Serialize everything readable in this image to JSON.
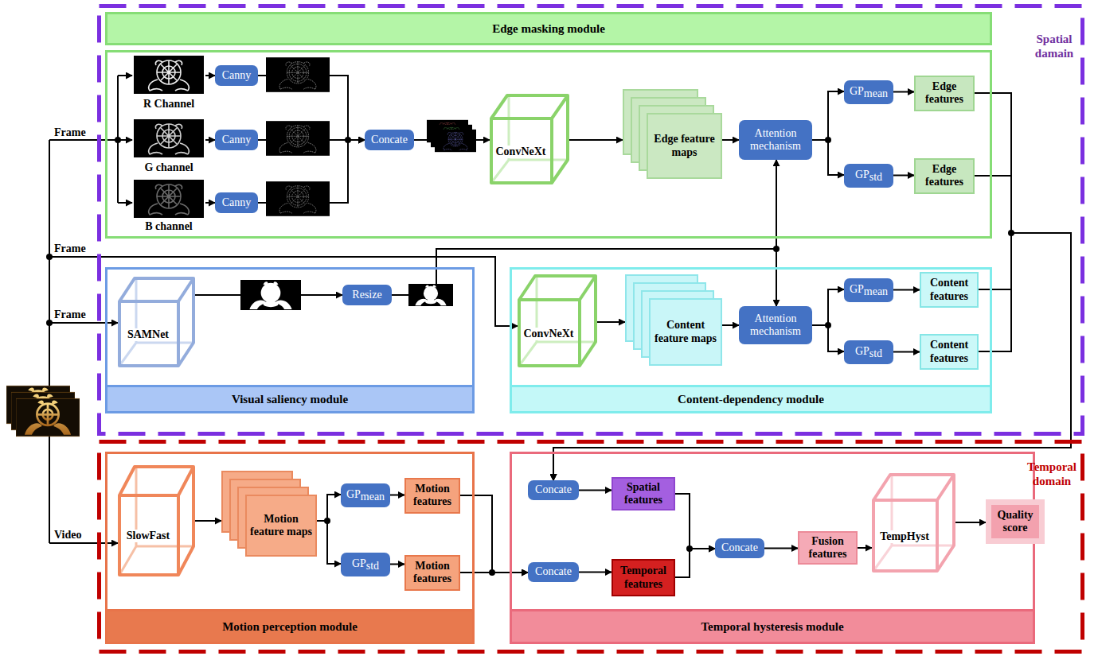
{
  "diagram": {
    "nodes": [
      {
        "text": [
          "Spatial damain"
        ]
      },
      {
        "text": [
          "Edge masking module"
        ],
        "in": 0
      },
      {
        "text": [
          "R Channel"
        ],
        "in": 1
      },
      {
        "text": [
          "G channel"
        ],
        "in": 1
      },
      {
        "text": [
          "B channel"
        ],
        "in": 1
      },
      {
        "text": [
          "Canny"
        ],
        "in": 1
      },
      {
        "text": [
          "Canny"
        ],
        "in": 1
      },
      {
        "text": [
          "Canny"
        ],
        "in": 1
      },
      {
        "text": [
          "Concate"
        ],
        "in": 1
      },
      {
        "text": [
          "ConvNeXt"
        ],
        "in": 1
      },
      {
        "text": [
          "Edge feature maps"
        ],
        "in": 1
      },
      {
        "text": [
          "Attention mechanism"
        ],
        "in": 1
      },
      {
        "text": [
          "GP",
          "mean"
        ],
        "in": 1
      },
      {
        "text": [
          "GP",
          "std"
        ],
        "in": 1
      },
      {
        "text": [
          "Edge features"
        ],
        "in": 1
      },
      {
        "text": [
          "Edge features"
        ],
        "in": 1
      },
      {
        "text": [
          "Visual saliency module"
        ],
        "in": 0
      },
      {
        "text": [
          "SAMNet"
        ],
        "in": 16
      },
      {
        "text": [
          "Resize"
        ],
        "in": 16
      },
      {
        "text": [
          "Content-dependency module"
        ],
        "in": 0
      },
      {
        "text": [
          "ConvNeXt"
        ],
        "in": 19
      },
      {
        "text": [
          "Content feature maps"
        ],
        "in": 19
      },
      {
        "text": [
          "Attention mechanism"
        ],
        "in": 19
      },
      {
        "text": [
          "GP",
          "mean"
        ],
        "in": 19
      },
      {
        "text": [
          "GP",
          "std"
        ],
        "in": 19
      },
      {
        "text": [
          "Content features"
        ],
        "in": 19
      },
      {
        "text": [
          "Content features"
        ],
        "in": 19
      },
      {
        "text": [
          "Temporal domain"
        ]
      },
      {
        "text": [
          "Motion perception module"
        ],
        "in": 27
      },
      {
        "text": [
          "SlowFast"
        ],
        "in": 28
      },
      {
        "text": [
          "Motion feature maps"
        ],
        "in": 28
      },
      {
        "text": [
          "GP",
          "mean"
        ],
        "in": 28
      },
      {
        "text": [
          "GP",
          "std"
        ],
        "in": 28
      },
      {
        "text": [
          "Motion features"
        ],
        "in": 28
      },
      {
        "text": [
          "Motion features"
        ],
        "in": 28
      },
      {
        "text": [
          "Temporal hysteresis module"
        ],
        "in": 27
      },
      {
        "text": [
          "Concate"
        ],
        "in": 35
      },
      {
        "text": [
          "Spatial features"
        ],
        "in": 35
      },
      {
        "text": [
          "Concate"
        ],
        "in": 35
      },
      {
        "text": [
          "Temporal features"
        ],
        "in": 35
      },
      {
        "text": [
          "Concate"
        ],
        "in": 35
      },
      {
        "text": [
          "Fusion features"
        ],
        "in": 35
      },
      {
        "text": [
          "TempHyst"
        ],
        "in": 35
      },
      {
        "text": [
          "Quality score"
        ],
        "in": 27
      }
    ],
    "edges": [
      {
        "from": 2,
        "to": 5,
        "arrow": "to"
      },
      {
        "from": 3,
        "to": 6,
        "arrow": "to"
      },
      {
        "from": 4,
        "to": 7,
        "arrow": "to"
      },
      {
        "from": 5,
        "to": 8,
        "arrow": "to"
      },
      {
        "from": 6,
        "to": 8,
        "arrow": "to"
      },
      {
        "from": 7,
        "to": 8,
        "arrow": "to"
      },
      {
        "from": 8,
        "to": 9,
        "arrow": "to"
      },
      {
        "from": 9,
        "to": 10,
        "arrow": "to"
      },
      {
        "from": 10,
        "to": 11,
        "arrow": "to"
      },
      {
        "from": 11,
        "to": 12,
        "arrow": "to"
      },
      {
        "from": 11,
        "to": 13,
        "arrow": "to"
      },
      {
        "from": 12,
        "to": 14,
        "arrow": "to"
      },
      {
        "from": 13,
        "to": 15,
        "arrow": "to"
      },
      {
        "from": 14,
        "to": 36,
        "arrow": "to"
      },
      {
        "from": 15,
        "to": 36,
        "arrow": "to"
      },
      {
        "from": 25,
        "to": 36,
        "arrow": "to"
      },
      {
        "from": 26,
        "to": 36,
        "arrow": "to"
      },
      {
        "from": 17,
        "to": 18,
        "arrow": "to"
      },
      {
        "from": 18,
        "to": 11,
        "arrow": "to"
      },
      {
        "from": 18,
        "to": 22,
        "arrow": "to"
      },
      {
        "from": 20,
        "to": 21,
        "arrow": "to"
      },
      {
        "from": 21,
        "to": 22,
        "arrow": "to"
      },
      {
        "from": 22,
        "to": 23,
        "arrow": "to"
      },
      {
        "from": 22,
        "to": 24,
        "arrow": "to"
      },
      {
        "from": 23,
        "to": 25,
        "arrow": "to"
      },
      {
        "from": 24,
        "to": 26,
        "arrow": "to"
      },
      {
        "from": 29,
        "to": 30,
        "arrow": "to"
      },
      {
        "from": 30,
        "to": 31,
        "arrow": "to"
      },
      {
        "from": 30,
        "to": 32,
        "arrow": "to"
      },
      {
        "from": 31,
        "to": 33,
        "arrow": "to"
      },
      {
        "from": 32,
        "to": 34,
        "arrow": "to"
      },
      {
        "from": 33,
        "to": 38,
        "arrow": "to"
      },
      {
        "from": 34,
        "to": 38,
        "arrow": "to"
      },
      {
        "from": 36,
        "to": 37,
        "arrow": "to"
      },
      {
        "from": 38,
        "to": 39,
        "arrow": "to"
      },
      {
        "from": 37,
        "to": 40,
        "arrow": "to"
      },
      {
        "from": 39,
        "to": 40,
        "arrow": "to"
      },
      {
        "from": 40,
        "to": 41,
        "arrow": "to"
      },
      {
        "from": 41,
        "to": 42,
        "arrow": "to"
      },
      {
        "from": 42,
        "to": 43,
        "arrow": "to"
      }
    ],
    "labels": [
      "Frame",
      "Frame",
      "Frame",
      "Video"
    ]
  }
}
